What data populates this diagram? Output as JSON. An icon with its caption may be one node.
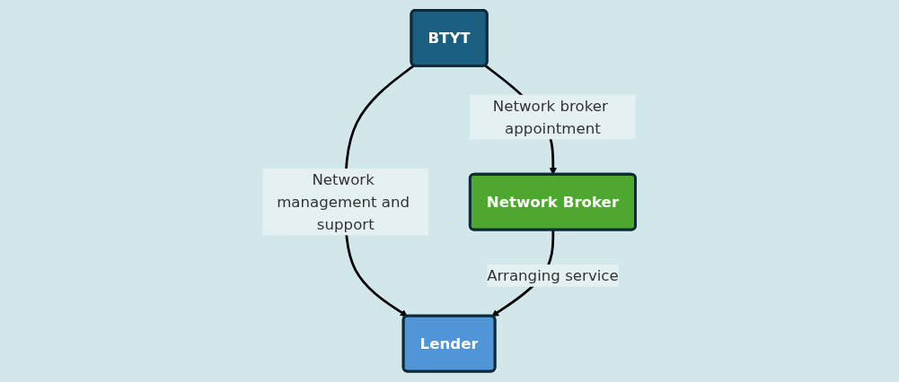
{
  "diagram": {
    "nodes": [
      {
        "text": [
          "BTYT"
        ]
      },
      {
        "text": [
          "Lender"
        ]
      },
      {
        "text": [
          "Network Broker"
        ]
      }
    ],
    "edges": [
      {
        "from": 0,
        "to": 1,
        "arrow": "to",
        "label": "Network management and support"
      },
      {
        "from": 0,
        "to": 2,
        "arrow": "to",
        "label": "Network broker appointment"
      },
      {
        "from": 2,
        "to": 1,
        "arrow": "to",
        "label": "Arranging service"
      }
    ]
  }
}
